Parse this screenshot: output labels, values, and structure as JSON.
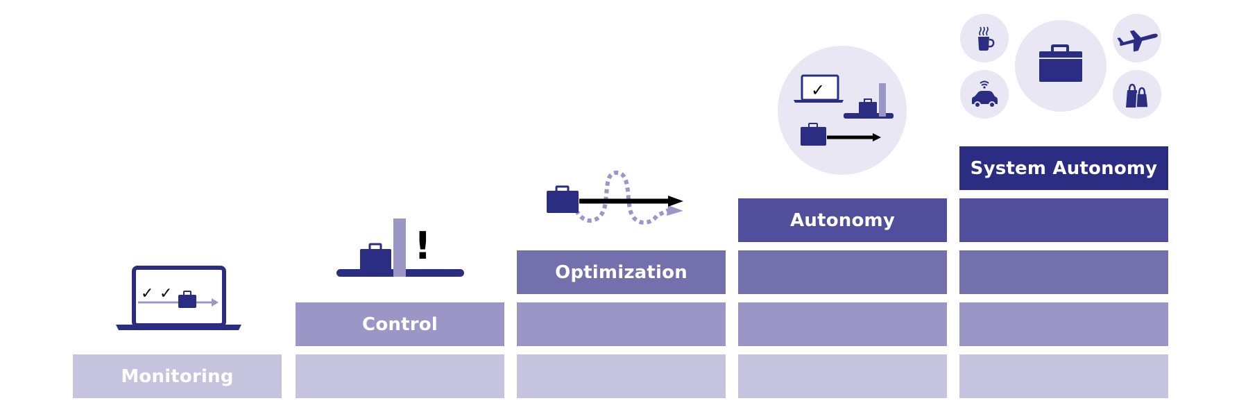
{
  "colors": {
    "level1": "#c5c3de",
    "level2": "#9a96c6",
    "level3": "#7470ae",
    "level4": "#514e9b",
    "level5": "#2b2d83",
    "icon_dark": "#2b2d83",
    "icon_light": "#9a96c6",
    "circle_bg": "#e8e7f3"
  },
  "levels": [
    {
      "label": "Monitoring",
      "icon": "laptop-checkmarks-suitcase-icon"
    },
    {
      "label": "Control",
      "icon": "suitcase-barrier-alert-icon"
    },
    {
      "label": "Optimization",
      "icon": "suitcase-route-arrow-icon"
    },
    {
      "label": "Autonomy",
      "icon": "combined-circle-icon"
    },
    {
      "label": "System Autonomy",
      "icon": "suitcase-services-icon"
    }
  ],
  "symbols": {
    "alert": "!",
    "check": "✓"
  }
}
